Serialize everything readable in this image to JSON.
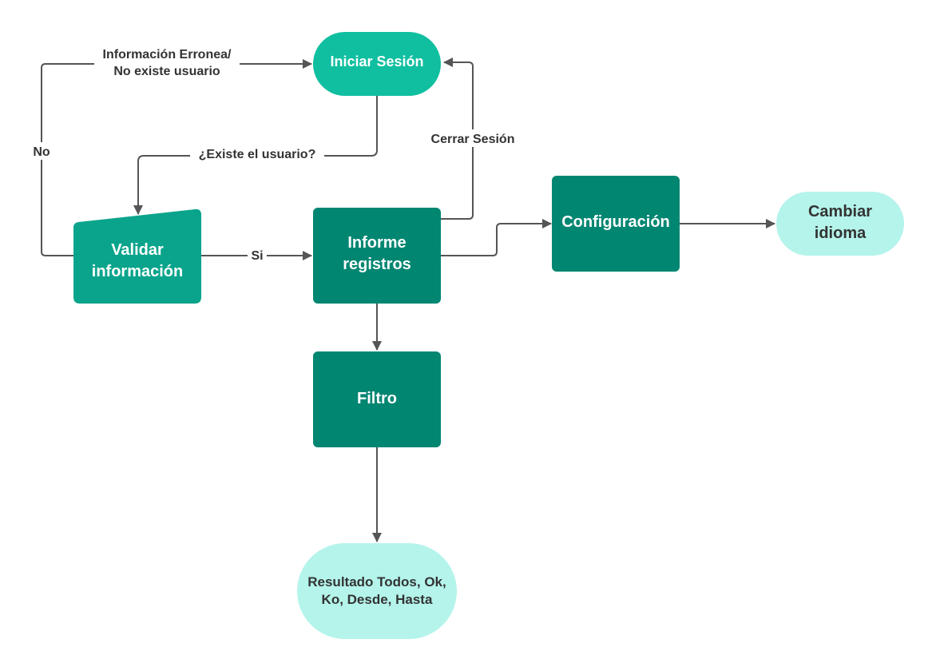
{
  "nodes": {
    "iniciar_sesion": {
      "label": "Iniciar Sesión",
      "color": "#10BFA0"
    },
    "validar": {
      "line1": "Validar",
      "line2": "información",
      "color": "#0AA48C"
    },
    "informe": {
      "line1": "Informe",
      "line2": "registros",
      "color": "#018672"
    },
    "configuracion": {
      "label": "Configuración",
      "color": "#018672"
    },
    "cambiar_idioma": {
      "line1": "Cambiar",
      "line2": "idioma",
      "color": "#B4F4EB"
    },
    "filtro": {
      "label": "Filtro",
      "color": "#018672"
    },
    "resultado": {
      "line1": "Resultado Todos, Ok,",
      "line2": "Ko, Desde, Hasta",
      "color": "#B4F4EB"
    }
  },
  "edges": {
    "error_line1": "Información Erronea/",
    "error_line2": "No existe usuario",
    "no": "No",
    "existe": "¿Existe el usuario?",
    "si": "Si",
    "cerrar": "Cerrar Sesión"
  },
  "colors": {
    "edge": "#555555",
    "text_dark": "#333333"
  }
}
